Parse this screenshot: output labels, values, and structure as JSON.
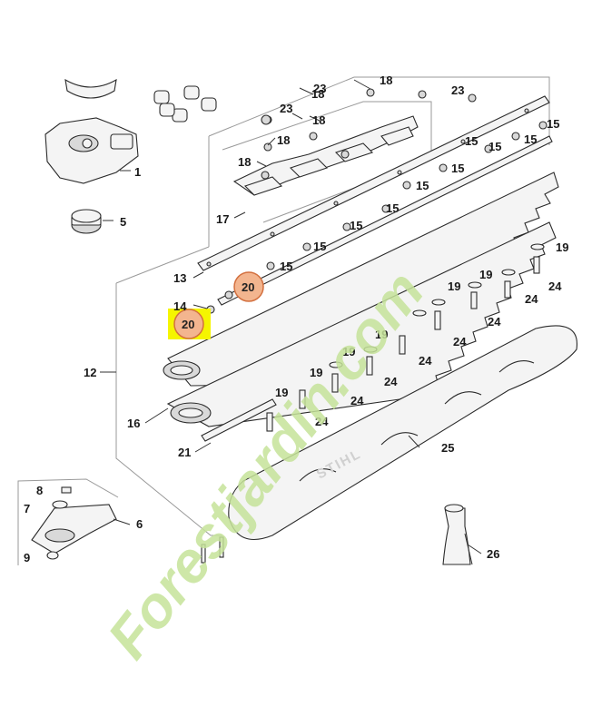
{
  "brand_text": "STIHL",
  "watermark_text": "Forestjardin.com",
  "colors": {
    "highlight_box": "#f5f500",
    "highlight_circle": "#f3b58f",
    "watermark_green": "#c6e39a",
    "watermark_gray": "#cfc6bd"
  },
  "callouts": [
    {
      "id": "c1",
      "text": "1"
    },
    {
      "id": "c5",
      "text": "5"
    },
    {
      "id": "c6",
      "text": "6"
    },
    {
      "id": "c7",
      "text": "7"
    },
    {
      "id": "c8",
      "text": "8"
    },
    {
      "id": "c9",
      "text": "9"
    },
    {
      "id": "c12",
      "text": "12"
    },
    {
      "id": "c13",
      "text": "13"
    },
    {
      "id": "c14",
      "text": "14"
    },
    {
      "id": "c15a",
      "text": "15"
    },
    {
      "id": "c15b",
      "text": "15"
    },
    {
      "id": "c15c",
      "text": "15"
    },
    {
      "id": "c15d",
      "text": "15"
    },
    {
      "id": "c15e",
      "text": "15"
    },
    {
      "id": "c15f",
      "text": "15"
    },
    {
      "id": "c15g",
      "text": "15"
    },
    {
      "id": "c15h",
      "text": "15"
    },
    {
      "id": "c15i",
      "text": "15"
    },
    {
      "id": "c15j",
      "text": "15"
    },
    {
      "id": "c16",
      "text": "16"
    },
    {
      "id": "c17",
      "text": "17"
    },
    {
      "id": "c18a",
      "text": "18"
    },
    {
      "id": "c18b",
      "text": "18"
    },
    {
      "id": "c18c",
      "text": "18"
    },
    {
      "id": "c18d",
      "text": "18"
    },
    {
      "id": "c18e",
      "text": "18"
    },
    {
      "id": "c19a",
      "text": "19"
    },
    {
      "id": "c19b",
      "text": "19"
    },
    {
      "id": "c19c",
      "text": "19"
    },
    {
      "id": "c19d",
      "text": "19"
    },
    {
      "id": "c19e",
      "text": "19"
    },
    {
      "id": "c19f",
      "text": "19"
    },
    {
      "id": "c19g",
      "text": "19"
    },
    {
      "id": "c20a",
      "text": "20"
    },
    {
      "id": "c20b",
      "text": "20"
    },
    {
      "id": "c21",
      "text": "21"
    },
    {
      "id": "c23a",
      "text": "23"
    },
    {
      "id": "c23b",
      "text": "23"
    },
    {
      "id": "c23c",
      "text": "23"
    },
    {
      "id": "c24a",
      "text": "24"
    },
    {
      "id": "c24b",
      "text": "24"
    },
    {
      "id": "c24c",
      "text": "24"
    },
    {
      "id": "c24d",
      "text": "24"
    },
    {
      "id": "c24e",
      "text": "24"
    },
    {
      "id": "c24f",
      "text": "24"
    },
    {
      "id": "c24g",
      "text": "24"
    },
    {
      "id": "c24h",
      "text": "24"
    },
    {
      "id": "c25",
      "text": "25"
    },
    {
      "id": "c26",
      "text": "26"
    }
  ]
}
